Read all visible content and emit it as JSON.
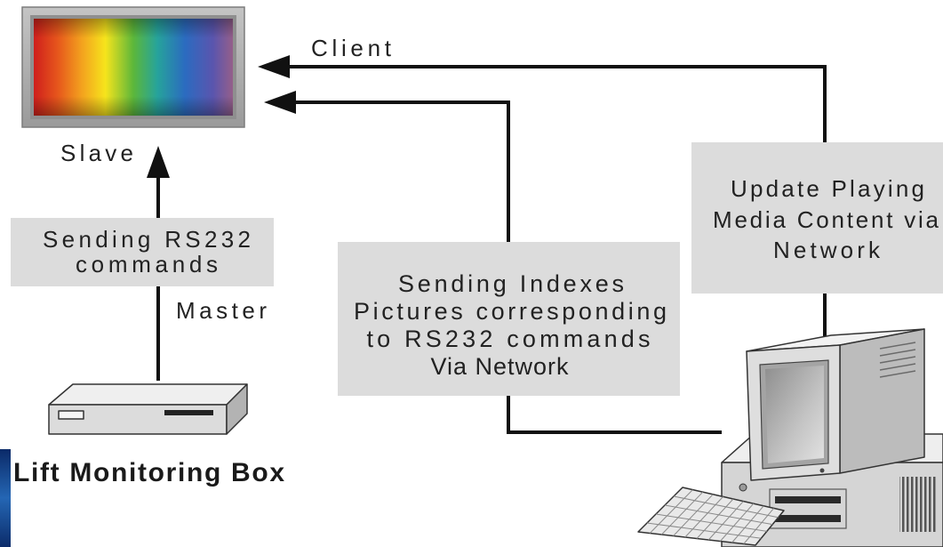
{
  "diagram": {
    "client_label": "Client",
    "slave_display": {
      "label": "Slave",
      "icon": "rainbow-display-icon"
    },
    "rs232_box": {
      "lines": [
        "Sending RS232",
        "commands"
      ]
    },
    "master_label": "Master",
    "lift_box": {
      "label": "Lift Monitoring Box",
      "icon": "lift-monitoring-box-icon"
    },
    "indexes_box": {
      "lines": [
        "Sending Indexes",
        "Pictures corresponding",
        "to RS232 commands",
        "Via Network"
      ]
    },
    "update_box": {
      "lines": [
        "Update Playing",
        "Media Content via",
        "Network"
      ]
    },
    "computer": {
      "icon": "desktop-computer-icon"
    }
  },
  "colors": {
    "box_fill": "#dcdcdc",
    "connector": "#111111",
    "text": "#222222",
    "display_frame": "#a9a9a9"
  }
}
